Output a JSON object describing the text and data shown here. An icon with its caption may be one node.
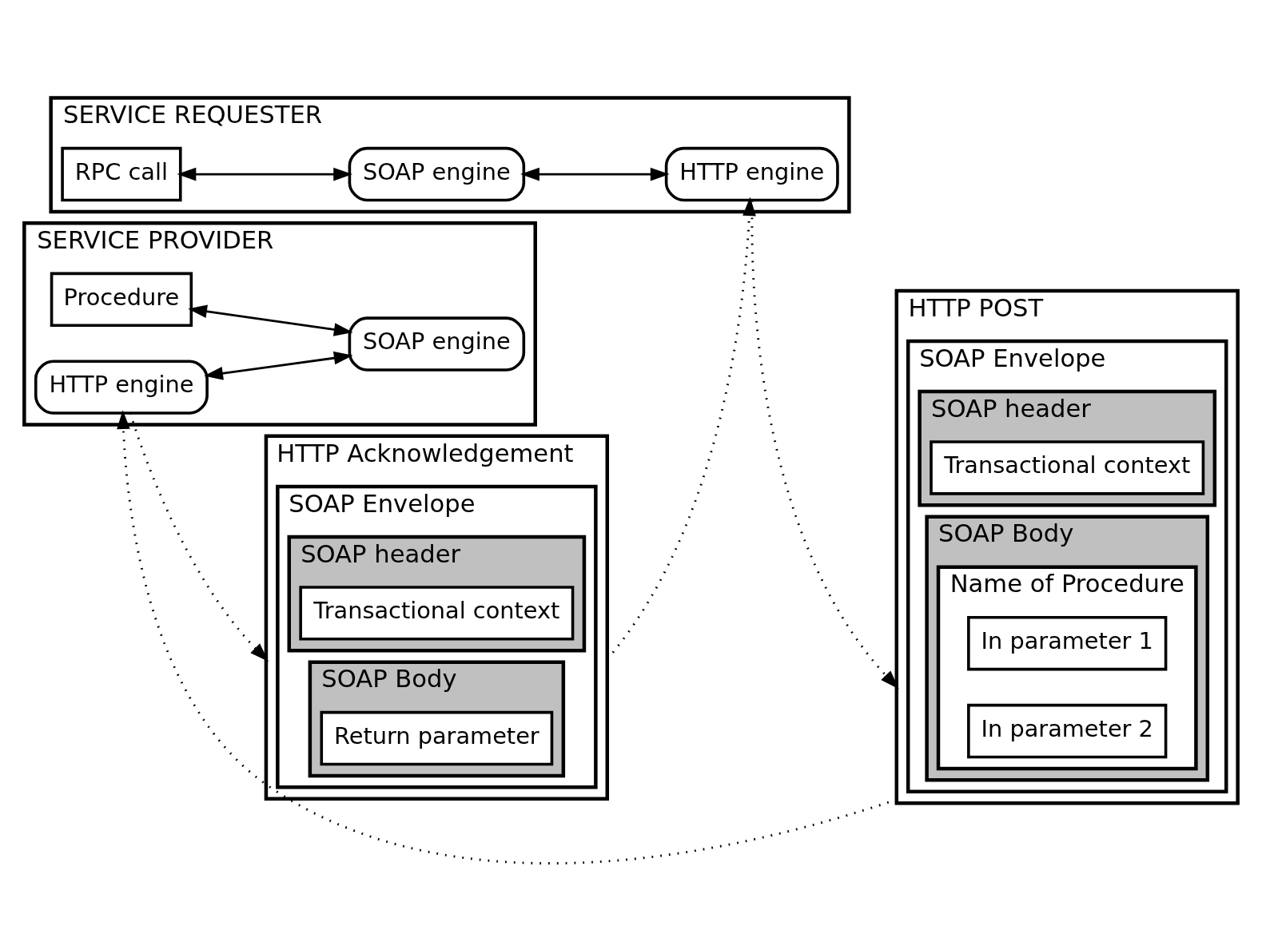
{
  "diagram": {
    "nodes": [
      {
        "text": [
          "SERVICE REQUESTER"
        ]
      },
      {
        "text": [
          "RPC call"
        ],
        "in": 0
      },
      {
        "text": [
          "SOAP engine"
        ],
        "in": 0
      },
      {
        "text": [
          "HTTP engine"
        ],
        "in": 0
      },
      {
        "text": [
          "HTTP POST"
        ]
      },
      {
        "text": [
          "SOAP Envelope"
        ],
        "in": 4
      },
      {
        "text": [
          "SOAP header"
        ],
        "in": 5
      },
      {
        "text": [
          "Transactional context"
        ],
        "in": 6
      },
      {
        "text": [
          "SOAP Body"
        ],
        "in": 5
      },
      {
        "text": [
          "Name of Procedure"
        ],
        "in": 8
      },
      {
        "text": [
          "In parameter 1"
        ],
        "in": 9
      },
      {
        "text": [
          "In parameter 2"
        ],
        "in": 9
      },
      {
        "text": [
          "HTTP Acknowledgement"
        ]
      },
      {
        "text": [
          "SOAP Envelope"
        ],
        "in": 12
      },
      {
        "text": [
          "SOAP header"
        ],
        "in": 13
      },
      {
        "text": [
          "Transactional context"
        ],
        "in": 14
      },
      {
        "text": [
          "SOAP Body"
        ],
        "in": 13
      },
      {
        "text": [
          "Return parameter"
        ],
        "in": 16
      },
      {
        "text": [
          "SERVICE PROVIDER"
        ]
      },
      {
        "text": [
          "HTTP engine"
        ],
        "in": 18
      },
      {
        "text": [
          "Procedure"
        ],
        "in": 18
      },
      {
        "text": [
          "SOAP engine"
        ],
        "in": 18
      }
    ],
    "edges": [
      {
        "from": 1,
        "to": 2,
        "arrow": "both"
      },
      {
        "from": 2,
        "to": 3,
        "arrow": "both"
      },
      {
        "from": 3,
        "to": 4,
        "arrow": "to",
        "style": "dashed"
      },
      {
        "from": 4,
        "to": 19,
        "arrow": "to",
        "style": "dashed"
      },
      {
        "from": 19,
        "to": 12,
        "arrow": "to",
        "style": "dashed"
      },
      {
        "from": 12,
        "to": 3,
        "arrow": "to",
        "style": "dashed"
      },
      {
        "from": 20,
        "to": 21,
        "arrow": "both"
      },
      {
        "from": 19,
        "to": 21,
        "arrow": "both"
      }
    ]
  }
}
